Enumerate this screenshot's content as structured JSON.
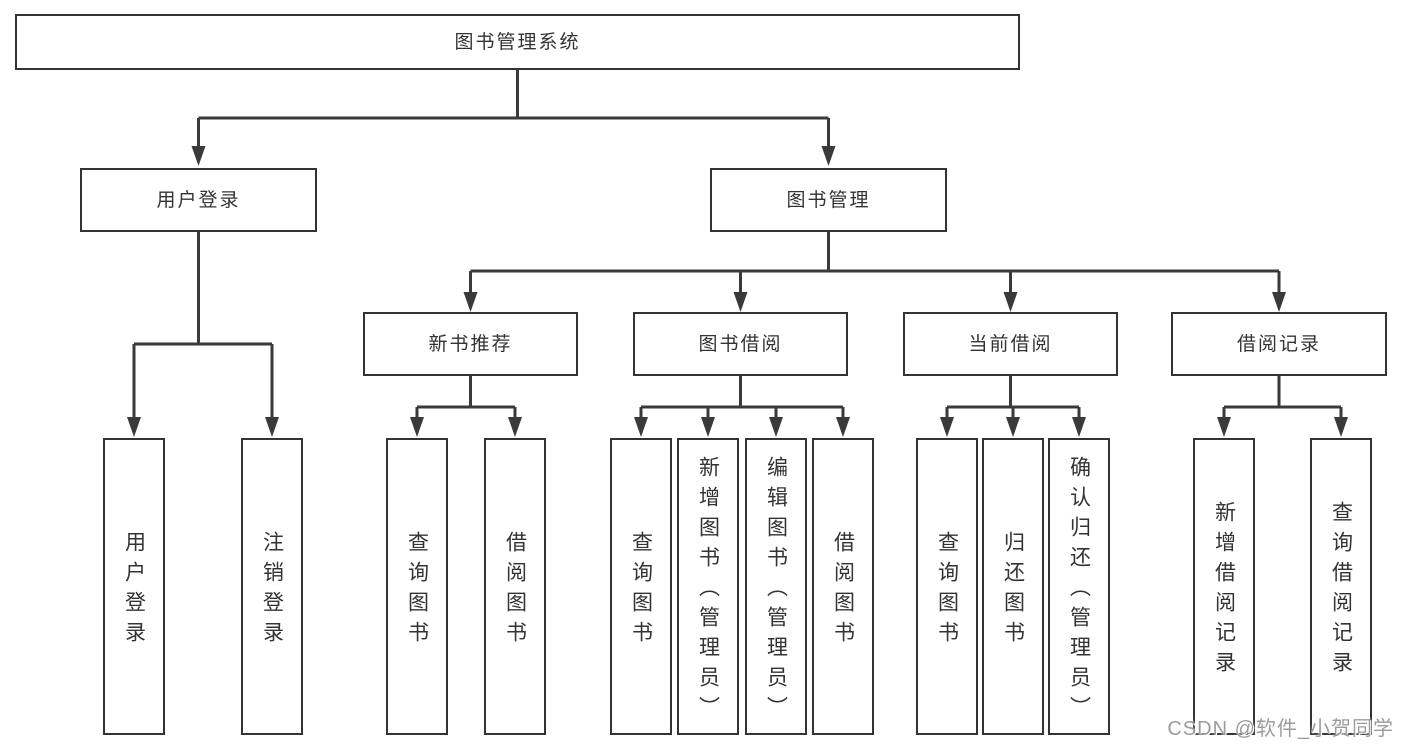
{
  "diagram": {
    "root": {
      "label": "图书管理系统"
    },
    "level2": [
      {
        "label": "用户登录"
      },
      {
        "label": "图书管理"
      }
    ],
    "level3": [
      {
        "label": "新书推荐"
      },
      {
        "label": "图书借阅"
      },
      {
        "label": "当前借阅"
      },
      {
        "label": "借阅记录"
      }
    ],
    "leaves": [
      {
        "label": "用户登录"
      },
      {
        "label": "注销登录"
      },
      {
        "label": "查询图书"
      },
      {
        "label": "借阅图书"
      },
      {
        "label": "查询图书"
      },
      {
        "label": "新增图书（管理员）"
      },
      {
        "label": "编辑图书（管理员）"
      },
      {
        "label": "借阅图书"
      },
      {
        "label": "查询图书"
      },
      {
        "label": "归还图书"
      },
      {
        "label": "确认归还（管理员）"
      },
      {
        "label": "新增借阅记录"
      },
      {
        "label": "查询借阅记录"
      }
    ]
  },
  "watermark": {
    "text": "CSDN @软件_小贺同学"
  },
  "colors": {
    "line": "#3a3a3a",
    "box_border": "#333333",
    "text": "#333333",
    "watermark": "#9c9c9c",
    "background": "#ffffff"
  }
}
